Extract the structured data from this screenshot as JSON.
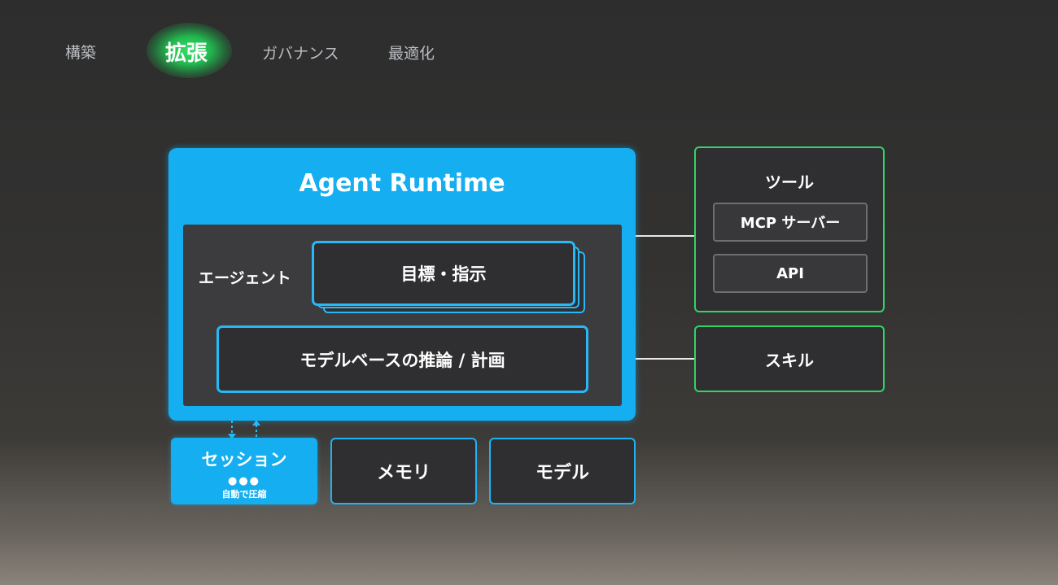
{
  "nav": {
    "items": [
      {
        "label": "構築"
      },
      {
        "label": "拡張",
        "active": true
      },
      {
        "label": "ガバナンス"
      },
      {
        "label": "最適化"
      }
    ]
  },
  "runtime": {
    "title": "Agent Runtime",
    "agent_label": "エージェント",
    "goal_label": "目標・指示",
    "reasoning_label": "モデルベースの推論 / 計画"
  },
  "bottom": {
    "session_label": "セッション",
    "session_dots": "●●●",
    "session_sub": "自動で圧縮",
    "memory_label": "メモリ",
    "model_label": "モデル"
  },
  "tools": {
    "title": "ツール",
    "items": [
      "MCP サーバー",
      "API"
    ]
  },
  "skills": {
    "label": "スキル"
  },
  "colors": {
    "runtime_blue": "#15aef0",
    "border_blue": "#28b8f5",
    "tools_green": "#31d466",
    "active_glow": "#35e06a"
  }
}
